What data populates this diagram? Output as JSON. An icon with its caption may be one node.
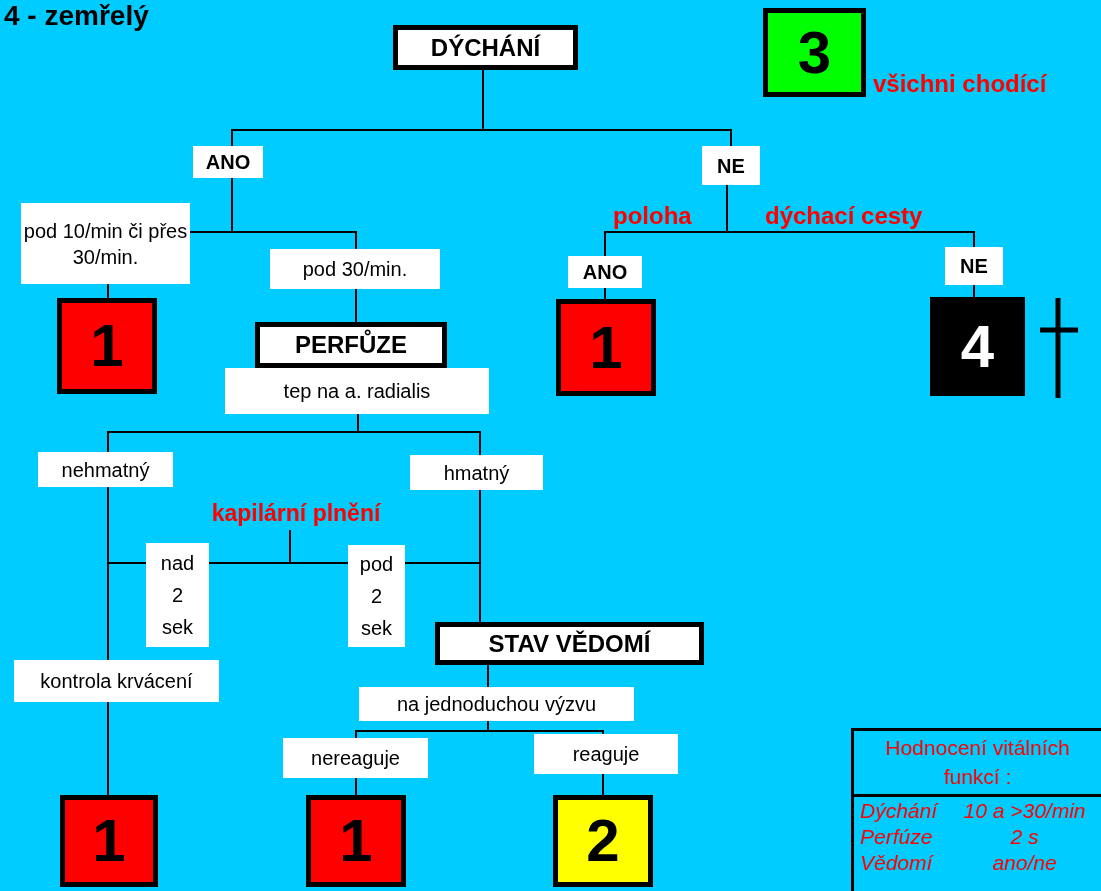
{
  "diagram": {
    "title": "4 - zemřelý",
    "nodes": [
      {
        "text": [
          "DÝCHÁNÍ"
        ]
      },
      {
        "text": [
          "3"
        ],
        "beside": [
          "všichni chodící"
        ]
      },
      {
        "text": [
          "ANO"
        ]
      },
      {
        "text": [
          "NE"
        ]
      },
      {
        "text": [
          "pod 10/min či přes 30/min."
        ]
      },
      {
        "text": [
          "pod 30/min."
        ]
      },
      {
        "text": [
          "ANO"
        ]
      },
      {
        "text": [
          "NE"
        ]
      },
      {
        "text": [
          "1"
        ]
      },
      {
        "text": [
          "PERFŮZE"
        ]
      },
      {
        "text": [
          "1"
        ]
      },
      {
        "text": [
          "4"
        ]
      },
      {
        "text": [
          "tep na a. radialis"
        ]
      },
      {
        "text": [
          "nehmatný"
        ]
      },
      {
        "text": [
          "hmatný"
        ]
      },
      {
        "text": [
          "kapilární plnění"
        ]
      },
      {
        "text": [
          "nad 2 sek"
        ]
      },
      {
        "text": [
          "pod 2 sek"
        ]
      },
      {
        "text": [
          "STAV VĚDOMÍ"
        ]
      },
      {
        "text": [
          "kontrola krvácení"
        ]
      },
      {
        "text": [
          "na jednoduchou výzvu"
        ]
      },
      {
        "text": [
          "nereaguje"
        ]
      },
      {
        "text": [
          "reaguje"
        ]
      },
      {
        "text": [
          "1"
        ]
      },
      {
        "text": [
          "1"
        ]
      },
      {
        "text": [
          "2"
        ]
      }
    ],
    "edges": [
      {
        "from": 0,
        "to": 2,
        "arrow": "none"
      },
      {
        "from": 0,
        "to": 3,
        "arrow": "none"
      },
      {
        "from": 2,
        "to": 4,
        "arrow": "none"
      },
      {
        "from": 2,
        "to": 5,
        "arrow": "none"
      },
      {
        "from": 4,
        "to": 8,
        "arrow": "none"
      },
      {
        "from": 5,
        "to": 9,
        "arrow": "none"
      },
      {
        "from": 3,
        "to": 6,
        "arrow": "none",
        "label": "poloha"
      },
      {
        "from": 3,
        "to": 7,
        "arrow": "none",
        "label": "dýchací cesty"
      },
      {
        "from": 6,
        "to": 10,
        "arrow": "none"
      },
      {
        "from": 7,
        "to": 11,
        "arrow": "none"
      },
      {
        "from": 12,
        "to": 13,
        "arrow": "none"
      },
      {
        "from": 12,
        "to": 14,
        "arrow": "none"
      },
      {
        "from": 13,
        "to": 19,
        "arrow": "none"
      },
      {
        "from": 15,
        "to": 16,
        "arrow": "none"
      },
      {
        "from": 15,
        "to": 17,
        "arrow": "none"
      },
      {
        "from": 16,
        "to": 19,
        "arrow": "none"
      },
      {
        "from": 17,
        "to": 18,
        "arrow": "none"
      },
      {
        "from": 14,
        "to": 18,
        "arrow": "none"
      },
      {
        "from": 19,
        "to": 23,
        "arrow": "none"
      },
      {
        "from": 18,
        "to": 20,
        "arrow": "none"
      },
      {
        "from": 20,
        "to": 21,
        "arrow": "none"
      },
      {
        "from": 20,
        "to": 22,
        "arrow": "none"
      },
      {
        "from": 21,
        "to": 24,
        "arrow": "none"
      },
      {
        "from": 22,
        "to": 25,
        "arrow": "none"
      }
    ],
    "labels": [
      "Hodnocení vitálních funkcí :",
      "Dýchání",
      "10 a >30/min",
      "Perfúze",
      "2 s",
      "Vědomí",
      "ano/ne"
    ]
  }
}
